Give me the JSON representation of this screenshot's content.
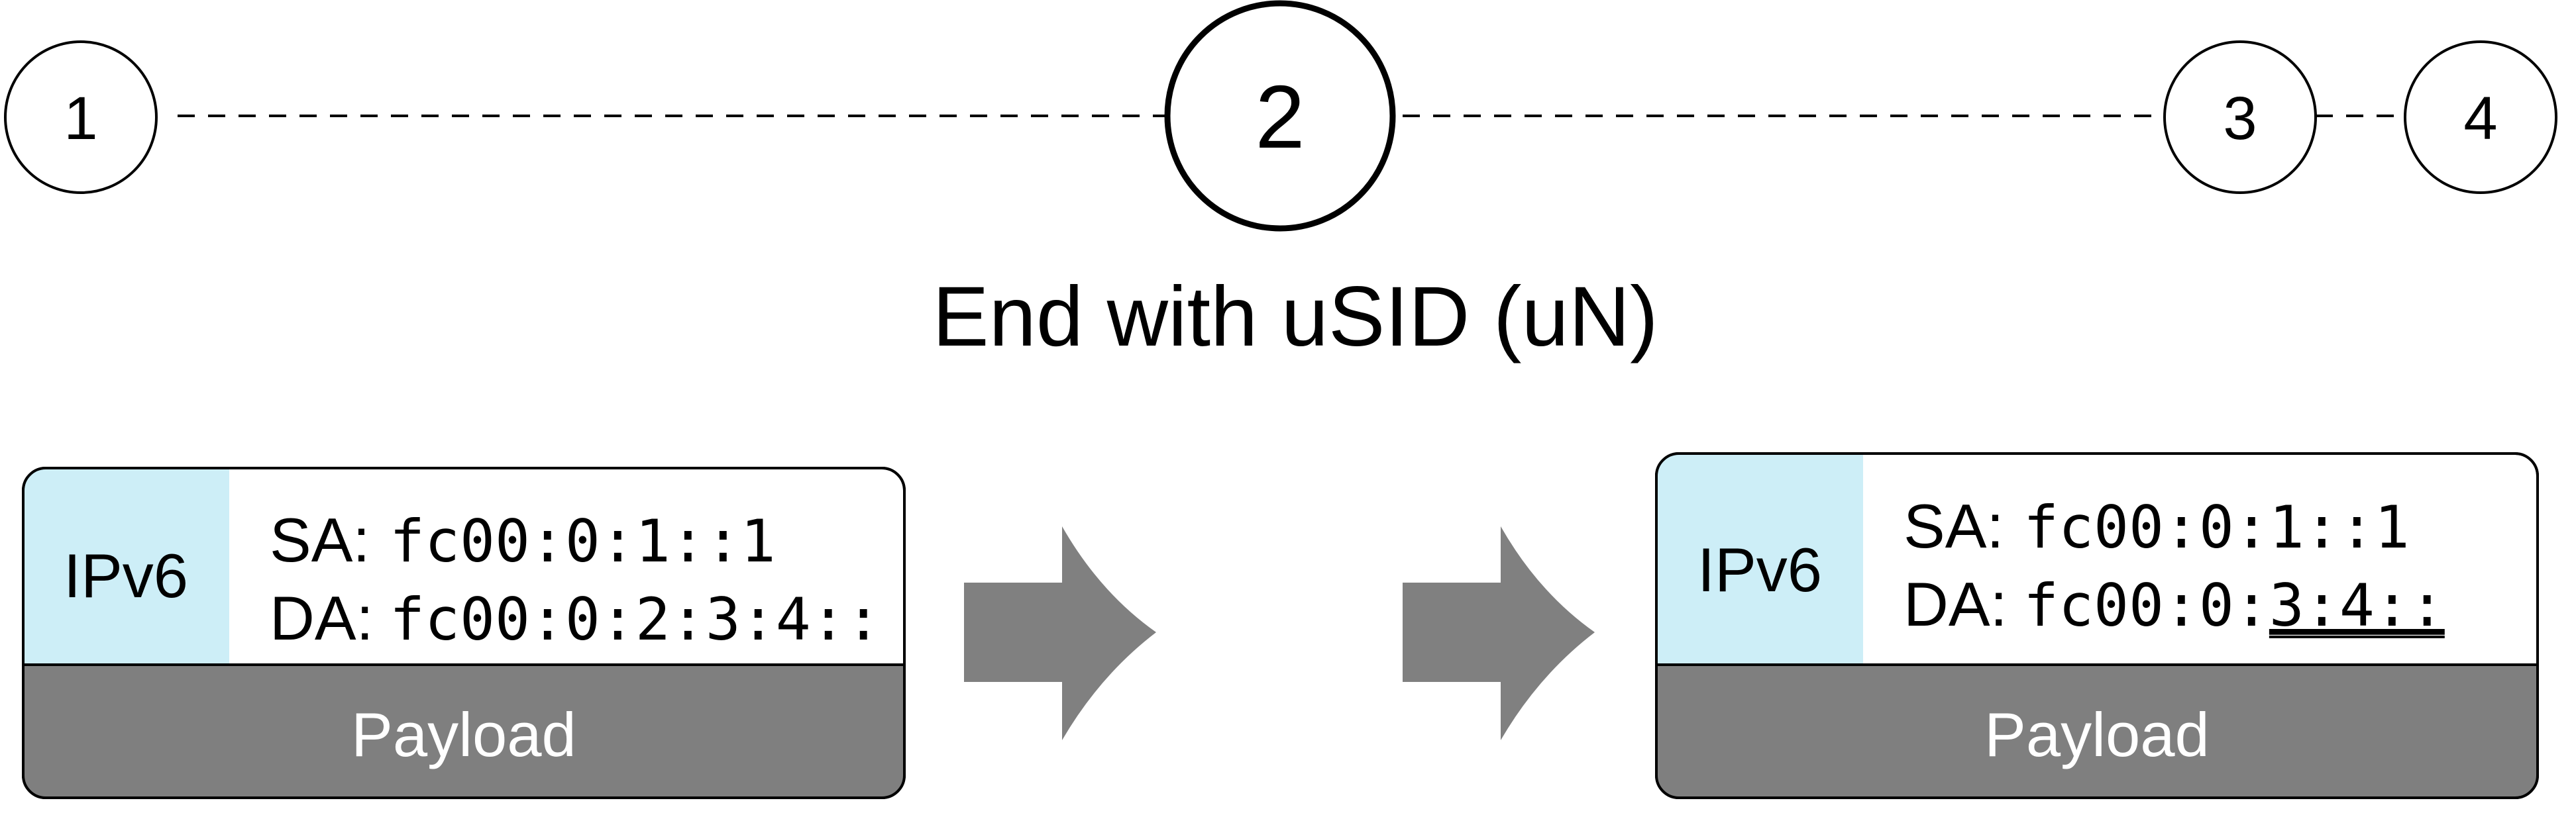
{
  "colors": {
    "header_fill": "#cdeef7",
    "payload_fill": "#7f7f7f",
    "arrow_fill": "#808080",
    "stroke": "#000000"
  },
  "nodes": {
    "n1": "1",
    "n2": "2",
    "n3": "3",
    "n4": "4"
  },
  "title": "End with uSID (uN)",
  "packet_before": {
    "header": "IPv6",
    "sa_label": "SA:",
    "sa_value": "fc00:0:1::1",
    "da_label": "DA:",
    "da_value": "fc00:0:2:3:4::",
    "payload": "Payload"
  },
  "packet_after": {
    "header": "IPv6",
    "sa_label": "SA:",
    "sa_value": "fc00:0:1::1",
    "da_label": "DA:",
    "da_value_prefix": "fc00:0:",
    "da_value_shifted": "3:4::",
    "payload": "Payload"
  },
  "arrows": [
    "forward-arrow",
    "forward-arrow"
  ]
}
